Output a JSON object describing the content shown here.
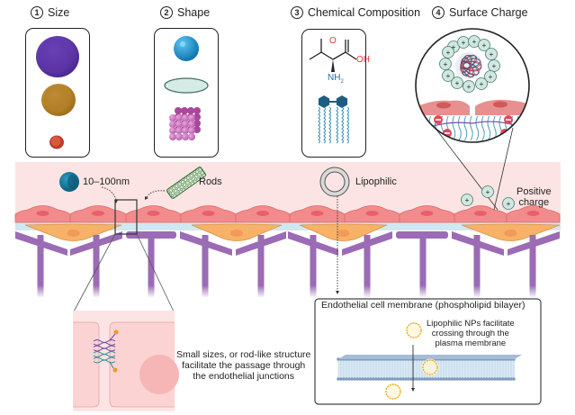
{
  "sections": [
    {
      "number": "1",
      "title": "Size"
    },
    {
      "number": "2",
      "title": "Shape"
    },
    {
      "number": "3",
      "title": "Chemical Composition"
    },
    {
      "number": "4",
      "title": "Surface Charge"
    }
  ],
  "vessel_labels": {
    "size_range": "10–100nm",
    "rods": "Rods",
    "lipophilic": "Lipophilic",
    "positive_charge_line1": "Positive",
    "positive_charge_line2": "charge"
  },
  "chemistry": {
    "oxygen": "O",
    "hydroxyl": "OH",
    "amine": "NH",
    "amine_subscript": "2"
  },
  "junction_inset": {
    "caption_line1": "Small sizes, or rod-like structure",
    "caption_line2": "facilitate the passage through",
    "caption_line3": "the endothelial junctions"
  },
  "membrane_inset": {
    "title": "Endothelial cell membrane (phospholipid bilayer)",
    "caption_line1": "Lipophilic NPs facilitate",
    "caption_line2": "crossing through the",
    "caption_line3": "plasma membrane"
  },
  "charge_symbols": {
    "positive": "+",
    "negative": "−"
  },
  "colors": {
    "vessel_lumen": "#fde4e4",
    "endothelial_cell": "#f28b8b",
    "basement_membrane": "#cfe8f2",
    "pericyte": "#f7b267",
    "astrocyte_foot": "#9b6bb5",
    "size_large": "#6a3fb5",
    "size_medium": "#c98f2a",
    "size_small": "#c0392b",
    "sphere": "#1f9ad6",
    "lipid_head": "#1b5e82",
    "positive_np": "#cfe8e0",
    "negative_charge": "#e0475f"
  }
}
